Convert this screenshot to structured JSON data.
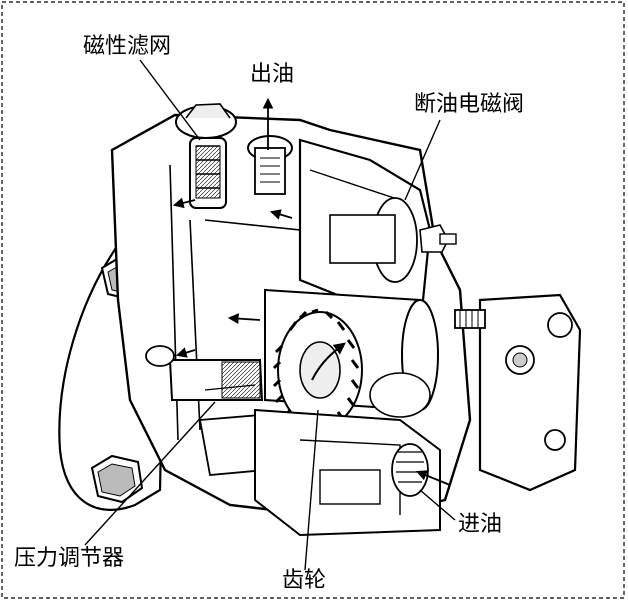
{
  "labels": {
    "magnetic_filter": "磁性滤网",
    "oil_outlet": "出油",
    "fuel_cutoff_solenoid": "断油电磁阀",
    "oil_inlet": "进油",
    "pressure_regulator": "压力调节器",
    "gear": "齿轮"
  },
  "colors": {
    "line": "#000000",
    "fill": "#ffffff",
    "shade": "#d9d9d9",
    "dark": "#1a1a1a"
  },
  "icons": {
    "flow_arrow": "arrow-icon"
  }
}
